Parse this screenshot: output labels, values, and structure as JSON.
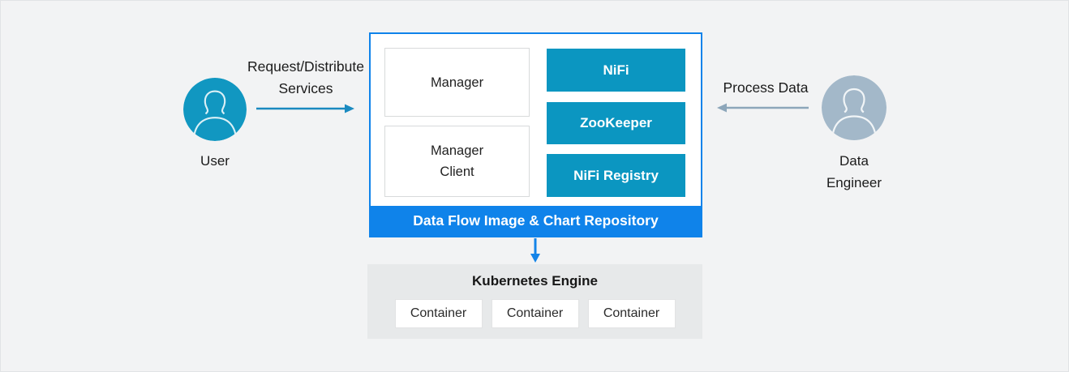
{
  "diagram_title": "NiFi data flow platform on Kubernetes",
  "colors": {
    "background": "#f2f3f4",
    "accent_blue": "#0f83ea",
    "service_teal": "#0b96c1",
    "avatar_user": "#1197c1",
    "avatar_engineer": "#a3b8c9",
    "arrow_request": "#1a8ac0",
    "arrow_process": "#8ca6ba",
    "arrow_down": "#1484e8",
    "kubernetes_panel": "#e7e9ea"
  },
  "actors": {
    "user": {
      "icon": "person-icon",
      "label": "User"
    },
    "engineer": {
      "icon": "person-icon",
      "label_line1": "Data",
      "label_line2": "Engineer"
    }
  },
  "flows": {
    "request": {
      "line1": "Request/Distribute",
      "line2": "Services",
      "icon": "arrow-right-icon"
    },
    "process": {
      "label": "Process Data",
      "icon": "arrow-left-icon"
    },
    "deploy": {
      "icon": "arrow-down-icon"
    }
  },
  "platform": {
    "manager_label": "Manager",
    "manager_client_line1": "Manager",
    "manager_client_line2": "Client",
    "services": [
      "NiFi",
      "ZooKeeper",
      "NiFi Registry"
    ],
    "repository_label": "Data Flow Image & Chart Repository"
  },
  "kubernetes": {
    "title": "Kubernetes Engine",
    "containers": [
      "Container",
      "Container",
      "Container"
    ]
  }
}
